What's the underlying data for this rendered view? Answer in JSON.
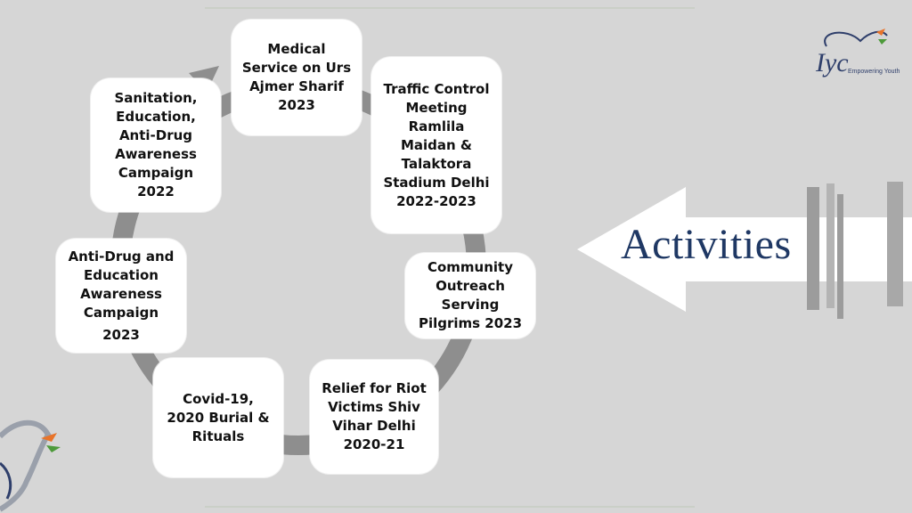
{
  "header": {
    "title": "Activities"
  },
  "logo": {
    "initials": "Iyc",
    "tagline": "Empowering Youth"
  },
  "cards": [
    {
      "lines": [
        "Medical",
        "Service on Urs",
        "Ajmer Sharif",
        "2023"
      ]
    },
    {
      "lines": [
        "Traffic Control",
        "Meeting",
        "Ramlila",
        "Maidan &",
        "Talaktora",
        "Stadium Delhi",
        "2022-2023"
      ]
    },
    {
      "lines": [
        "Community",
        "Outreach",
        "",
        "Serving",
        "Pilgrims 2023"
      ]
    },
    {
      "lines": [
        "Relief for Riot",
        "Victims Shiv",
        "Vihar Delhi",
        "2020-21"
      ]
    },
    {
      "lines": [
        "Covid-19,",
        "2020 Burial &",
        "Rituals"
      ]
    },
    {
      "lines": [
        "Anti-Drug and",
        "Education",
        "Awareness",
        "Campaign",
        "2023"
      ]
    },
    {
      "lines": [
        "Sanitation,",
        "Education,",
        "Anti-Drug",
        "Awareness",
        "Campaign",
        "2022"
      ]
    }
  ],
  "colors": {
    "ring": "#8e8e8e",
    "title": "#1f3864",
    "accent_orange": "#e8742a",
    "accent_green": "#4d9a3a",
    "background": "#d6d6d6"
  }
}
